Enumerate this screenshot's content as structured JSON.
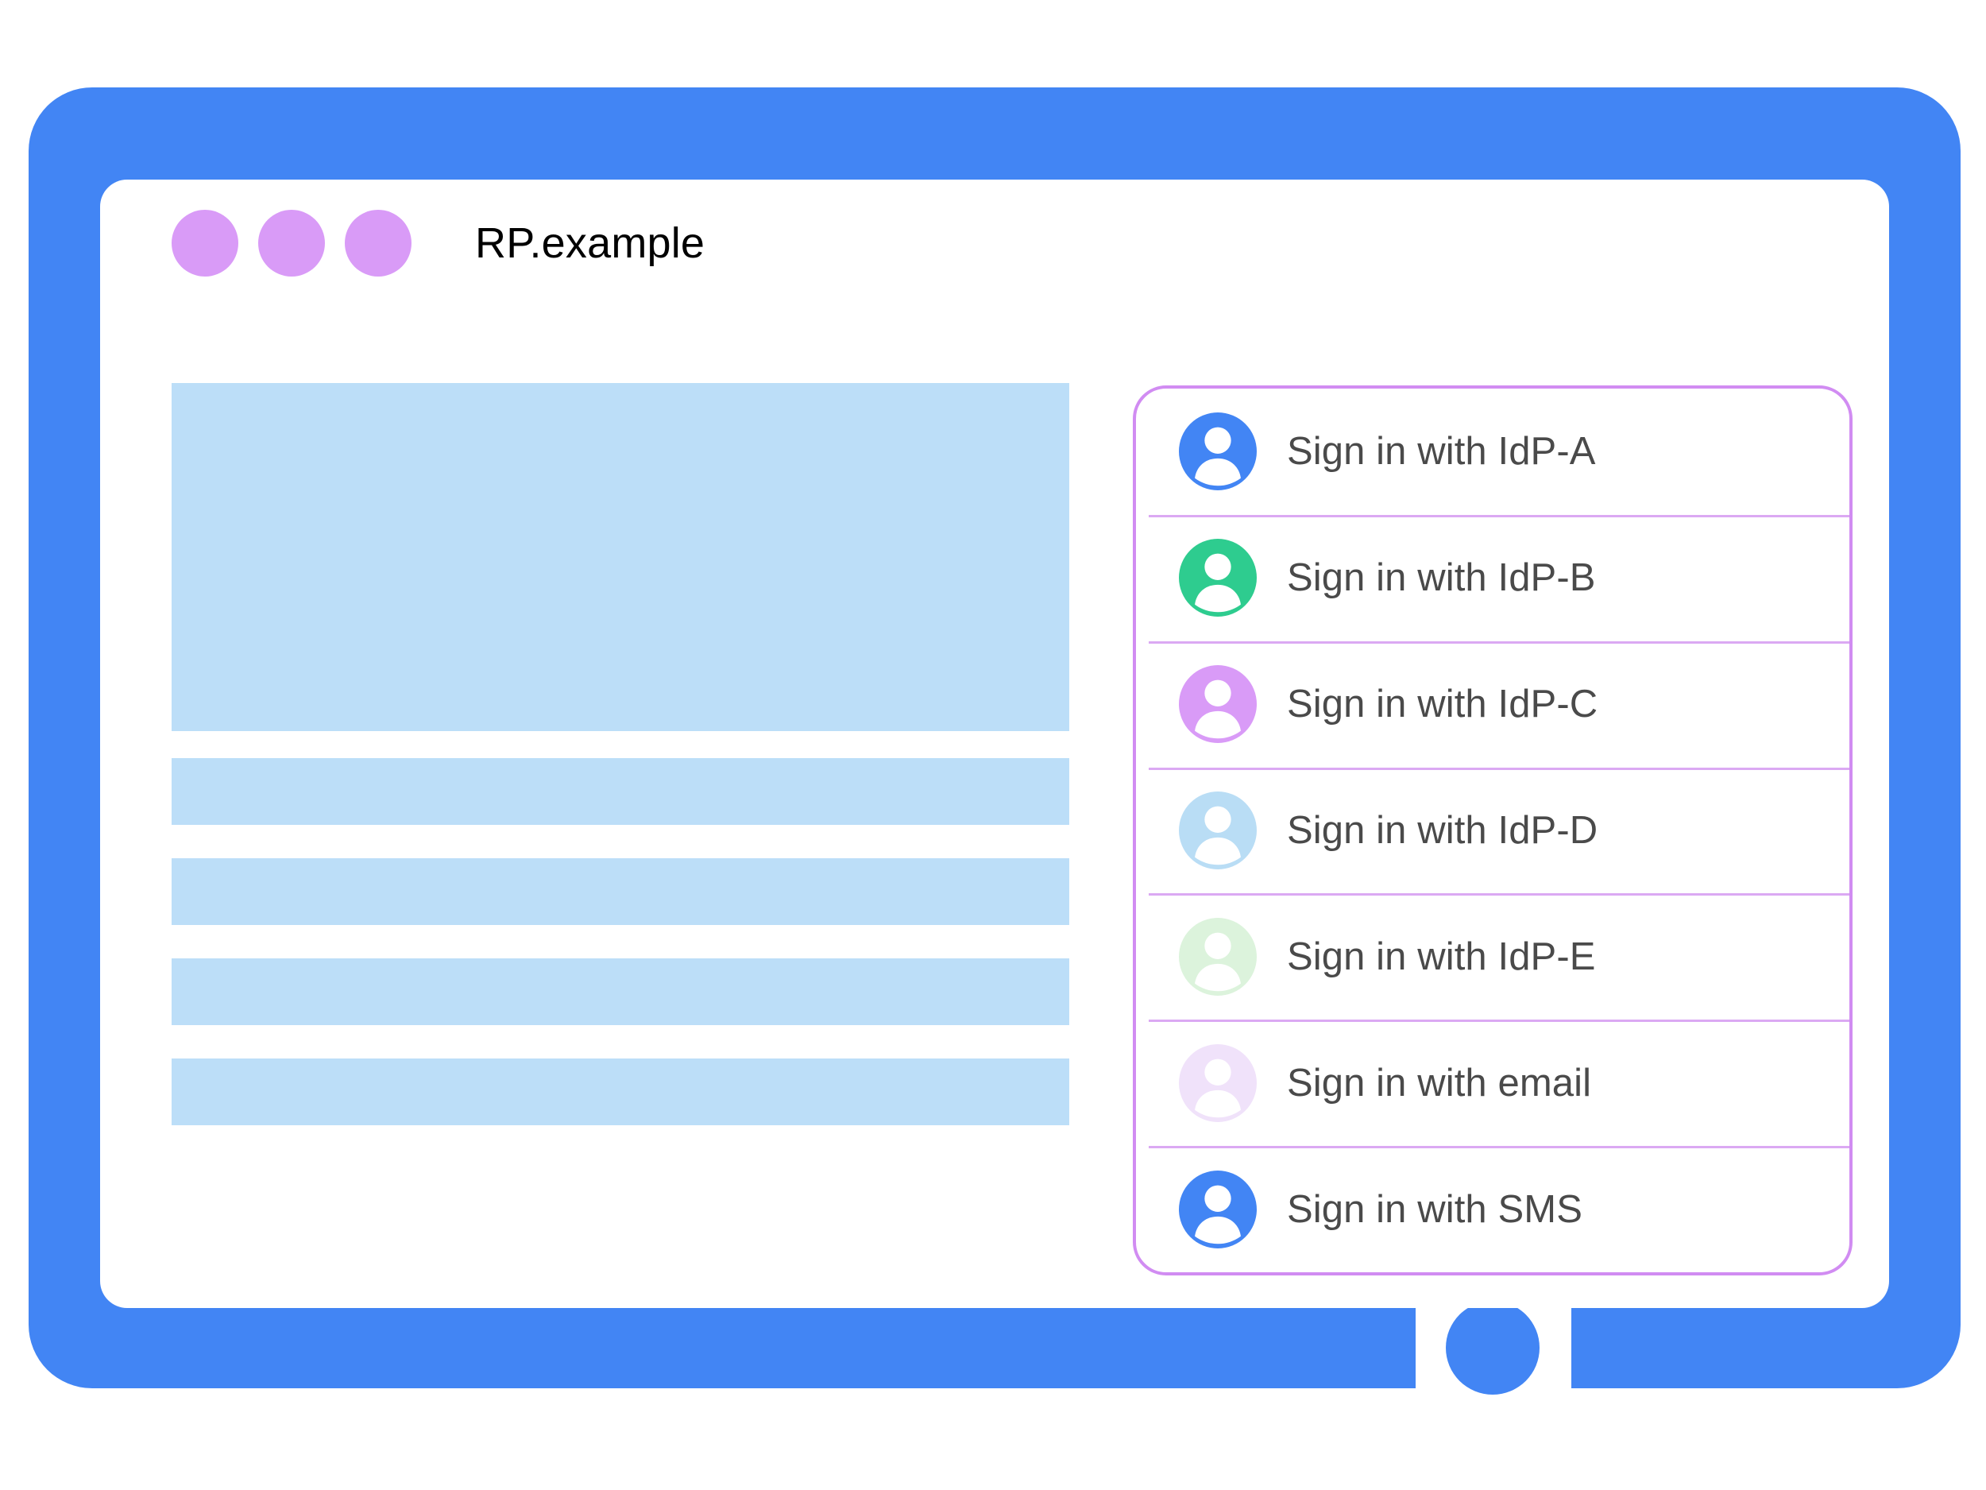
{
  "window": {
    "site_title": "RP.example",
    "frame_color": "#4285f4",
    "traffic_dots": [
      {
        "name": "window-dot-1",
        "color": "#d99bf7"
      },
      {
        "name": "window-dot-2",
        "color": "#d99bf7"
      },
      {
        "name": "window-dot-3",
        "color": "#d99bf7"
      }
    ],
    "home_button": {
      "name": "home-button",
      "color": "#4285f4"
    }
  },
  "page_content": {
    "placeholder_color": "#bcdef8",
    "blocks": [
      {
        "name": "content-hero-placeholder",
        "kind": "hero"
      },
      {
        "name": "content-line-placeholder-1",
        "kind": "line"
      },
      {
        "name": "content-line-placeholder-2",
        "kind": "line"
      },
      {
        "name": "content-line-placeholder-3",
        "kind": "line"
      },
      {
        "name": "content-line-placeholder-4",
        "kind": "line"
      }
    ]
  },
  "account_chooser": {
    "border_color": "#d18cf2",
    "divider_color": "#dba9f3",
    "label_color": "#4a4a4a",
    "accounts": [
      {
        "label": "Sign in with IdP-A",
        "avatar_color": "#4285f4",
        "avatar_name": "avatar-idp-a"
      },
      {
        "label": "Sign in with IdP-B",
        "avatar_color": "#2ecc8f",
        "avatar_name": "avatar-idp-b"
      },
      {
        "label": "Sign in with IdP-C",
        "avatar_color": "#d99bf7",
        "avatar_name": "avatar-idp-c"
      },
      {
        "label": "Sign in with IdP-D",
        "avatar_color": "#b9ddf5",
        "avatar_name": "avatar-idp-d"
      },
      {
        "label": "Sign in with IdP-E",
        "avatar_color": "#dcf3dc",
        "avatar_name": "avatar-idp-e"
      },
      {
        "label": "Sign in with email",
        "avatar_color": "#f0e2fa",
        "avatar_name": "avatar-email"
      },
      {
        "label": "Sign in with SMS",
        "avatar_color": "#4285f4",
        "avatar_name": "avatar-sms"
      }
    ]
  }
}
